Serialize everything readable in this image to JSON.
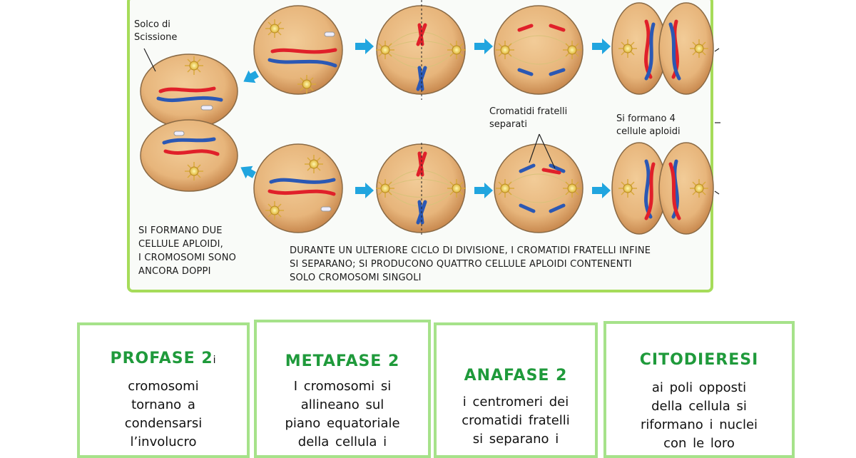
{
  "diagram": {
    "label_furrow": [
      "Solco di",
      "Scissione"
    ],
    "label_chromatids": [
      "Cromatidi fratelli",
      "separati"
    ],
    "label_four_cells": [
      "Si formano 4",
      "cellule aploidi"
    ],
    "label_two_cells": [
      "SI FORMANO DUE",
      "CELLULE APLOIDI,",
      "I CROMOSOMI SONO",
      "ANCORA DOPPI"
    ],
    "caption": [
      "DURANTE UN ULTERIORE CICLO DI DIVISIONE, I CROMATIDI FRATELLI INFINE",
      "SI SEPARANO; SI PRODUCONO QUATTRO CELLULE  APLOIDI CONTENENTI",
      "SOLO CROMOSOMI SINGOLI"
    ]
  },
  "cards": [
    {
      "title": "PROFASE  2",
      "suffix": "i",
      "lines": [
        "cromosomi",
        "tornano a",
        "condensarsi",
        "l’involucro"
      ]
    },
    {
      "title": "METAFASE  2",
      "lines": [
        "I cromosomi si",
        "allineano sul",
        "piano equatoriale",
        "della cellula i"
      ]
    },
    {
      "title": "ANAFASE  2",
      "lines": [
        "i centromeri dei",
        "cromatidi fratelli",
        "si separano i"
      ]
    },
    {
      "title": "CITODIERESI",
      "lines": [
        "ai poli opposti",
        "della cellula si",
        "riformano i nuclei",
        "con le loro"
      ]
    }
  ],
  "colors": {
    "frame": "#a6dc5a",
    "card_border": "#a6e28a",
    "title": "#1f9a3b",
    "cell": "#e8b77d",
    "arrow": "#21a5df",
    "red": "#e0202a",
    "blue": "#2b58b4"
  }
}
